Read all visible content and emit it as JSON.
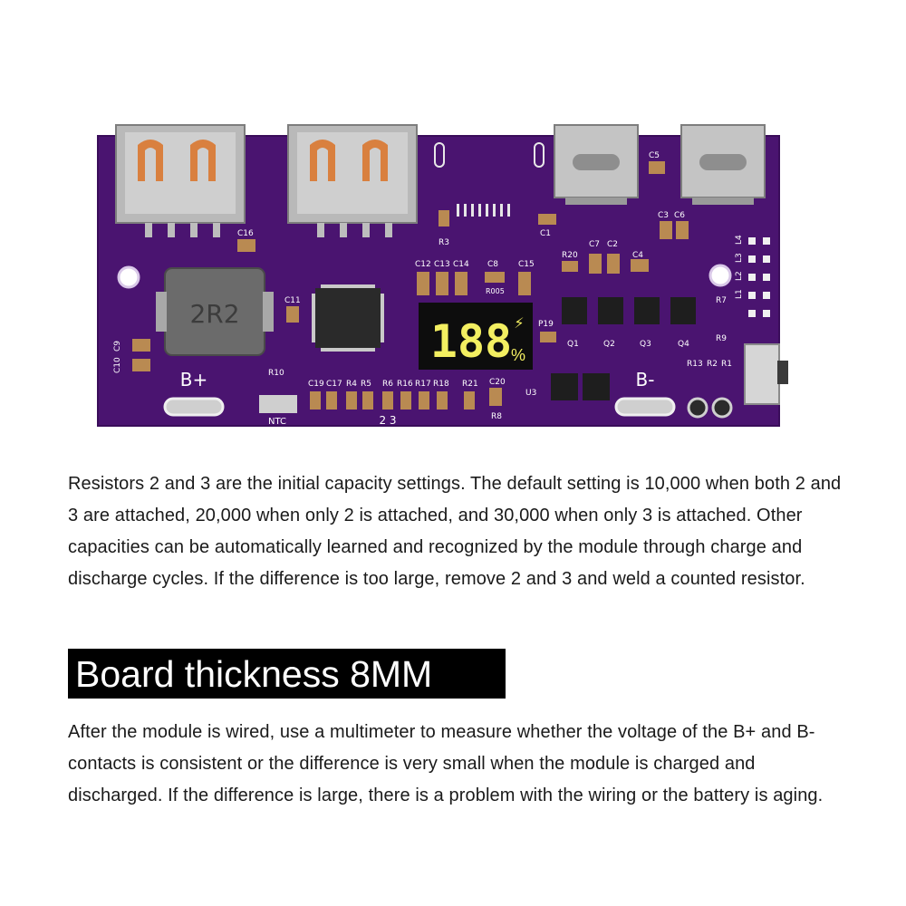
{
  "board": {
    "inductor_label": "2R2",
    "display_digits": "188",
    "display_unit": "%",
    "bplus_label": "B+",
    "bminus_label": "B-",
    "ntc_label": "NTC",
    "resistor_marks": "2 3",
    "silk": {
      "c16": "C16",
      "c11": "C11",
      "c10": "C10",
      "c9": "C9",
      "r10": "R10",
      "c19": "C19",
      "c17": "C17",
      "r4": "R4",
      "r5": "R5",
      "r6": "R6",
      "r16": "R16",
      "r17": "R17",
      "r18": "R18",
      "r21": "R21",
      "c20": "C20",
      "r8": "R8",
      "u3": "U3",
      "c12": "C12",
      "c13": "C13",
      "c14": "C14",
      "c8": "C8",
      "c15": "C15",
      "r005": "R005",
      "r3": "R3",
      "c1": "C1",
      "r20": "R20",
      "c7": "C7",
      "c2": "C2",
      "c4": "C4",
      "c3": "C3",
      "c6": "C6",
      "c5": "C5",
      "p19": "P19",
      "q1": "Q1",
      "q2": "Q2",
      "q3": "Q3",
      "q4": "Q4",
      "r7": "R7",
      "r9": "R9",
      "r13": "R13",
      "r2": "R2",
      "r1": "R1",
      "l4": "L4",
      "l3": "L3",
      "l2": "L2",
      "l1": "L1"
    }
  },
  "content": {
    "paragraph1": "Resistors 2 and 3 are the initial capacity settings. The default setting is 10,000 when both 2 and 3 are attached, 20,000 when only 2 is attached, and 30,000 when only 3 is attached. Other capacities can be automatically learned and recognized by the module through charge and discharge cycles. If the difference is too large, remove 2 and 3 and weld a counted resistor.",
    "heading": "Board thickness 8MM",
    "paragraph2": "After the module is wired, use a multimeter to measure whether the voltage of the B+ and B- contacts is consistent or the difference is very small when the module is charged and discharged. If the difference is large, there is a problem with the wiring or the battery is aging."
  }
}
